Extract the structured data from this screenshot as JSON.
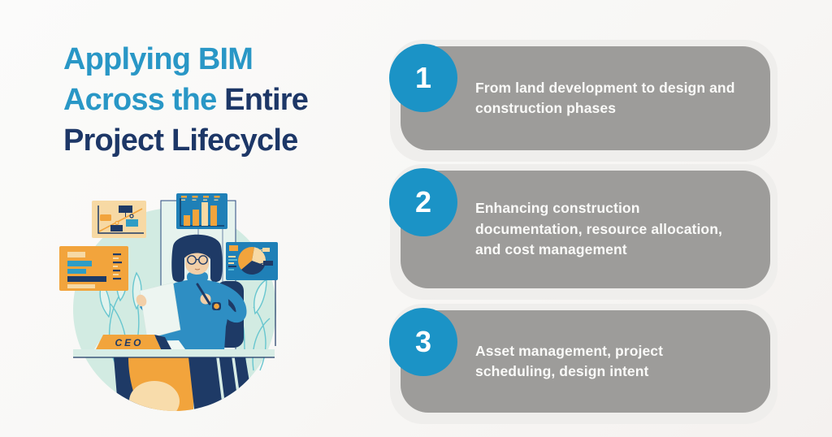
{
  "title": {
    "line1": "Applying BIM",
    "line2_blue": "Across the ",
    "line2_dark": "Entire",
    "line3": "Project Lifecycle"
  },
  "steps": [
    {
      "number": "1",
      "text": "From land development to design and\nconstruction phases"
    },
    {
      "number": "2",
      "text": "Enhancing construction\ndocumentation, resource allocation,\nand cost management"
    },
    {
      "number": "3",
      "text": "Asset management, project\nscheduling, design intent"
    }
  ],
  "illustration": {
    "badge_text": "CEO"
  },
  "colors": {
    "title_blue": "#2997c6",
    "title_navy": "#1d3767",
    "step_circle_blue": "#1b93c6",
    "card_gray": "#9d9c9a",
    "card_backing": "#efeeec",
    "step_text_white": "#fafaf8",
    "illustration_mint": "#d2ebe2",
    "illustration_navy": "#1e3a66",
    "illustration_orange": "#f2a43c",
    "illustration_cream": "#f7d9a4",
    "illustration_sweater_blue": "#2e8ec3",
    "illustration_panel_blue": "#1f80b7",
    "illustration_plant_teal": "#68c6cf"
  }
}
